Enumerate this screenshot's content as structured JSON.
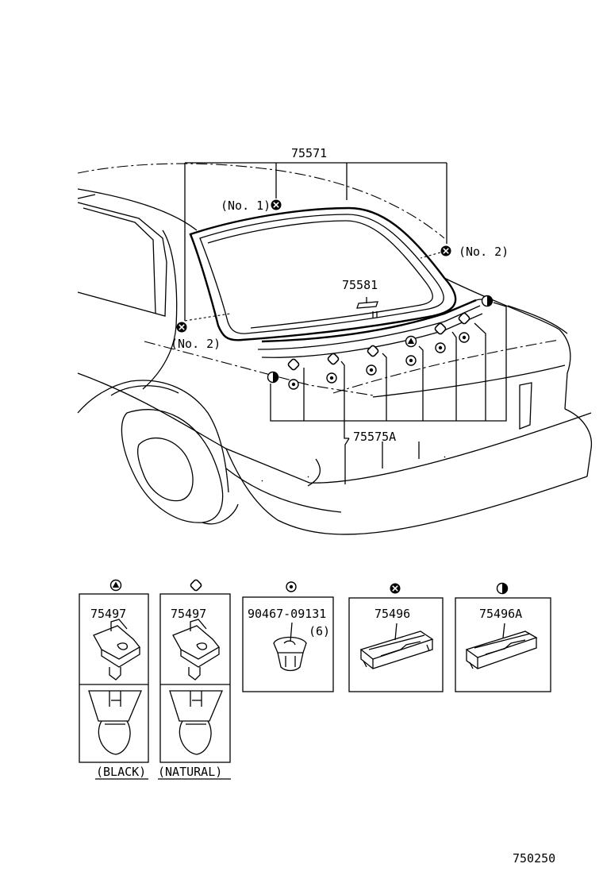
{
  "callouts": {
    "molding": "75571",
    "clip_no1": "(No. 1)",
    "clip_no2_right": "(No. 2)",
    "clip_no2_left": "(No. 2)",
    "emblem": "75581",
    "clip_set": "75575A"
  },
  "parts": [
    {
      "number": "75497",
      "note": "(BLACK)",
      "symbol": "triangle-in-circle"
    },
    {
      "number": "75497",
      "note": "(NATURAL)",
      "symbol": "diamond"
    },
    {
      "number": "90467-09131",
      "qty": "(6)",
      "symbol": "dot-in-circle"
    },
    {
      "number": "75496",
      "symbol": "x-in-circle"
    },
    {
      "number": "75496A",
      "symbol": "half-circle"
    }
  ],
  "figure_id": "750250"
}
